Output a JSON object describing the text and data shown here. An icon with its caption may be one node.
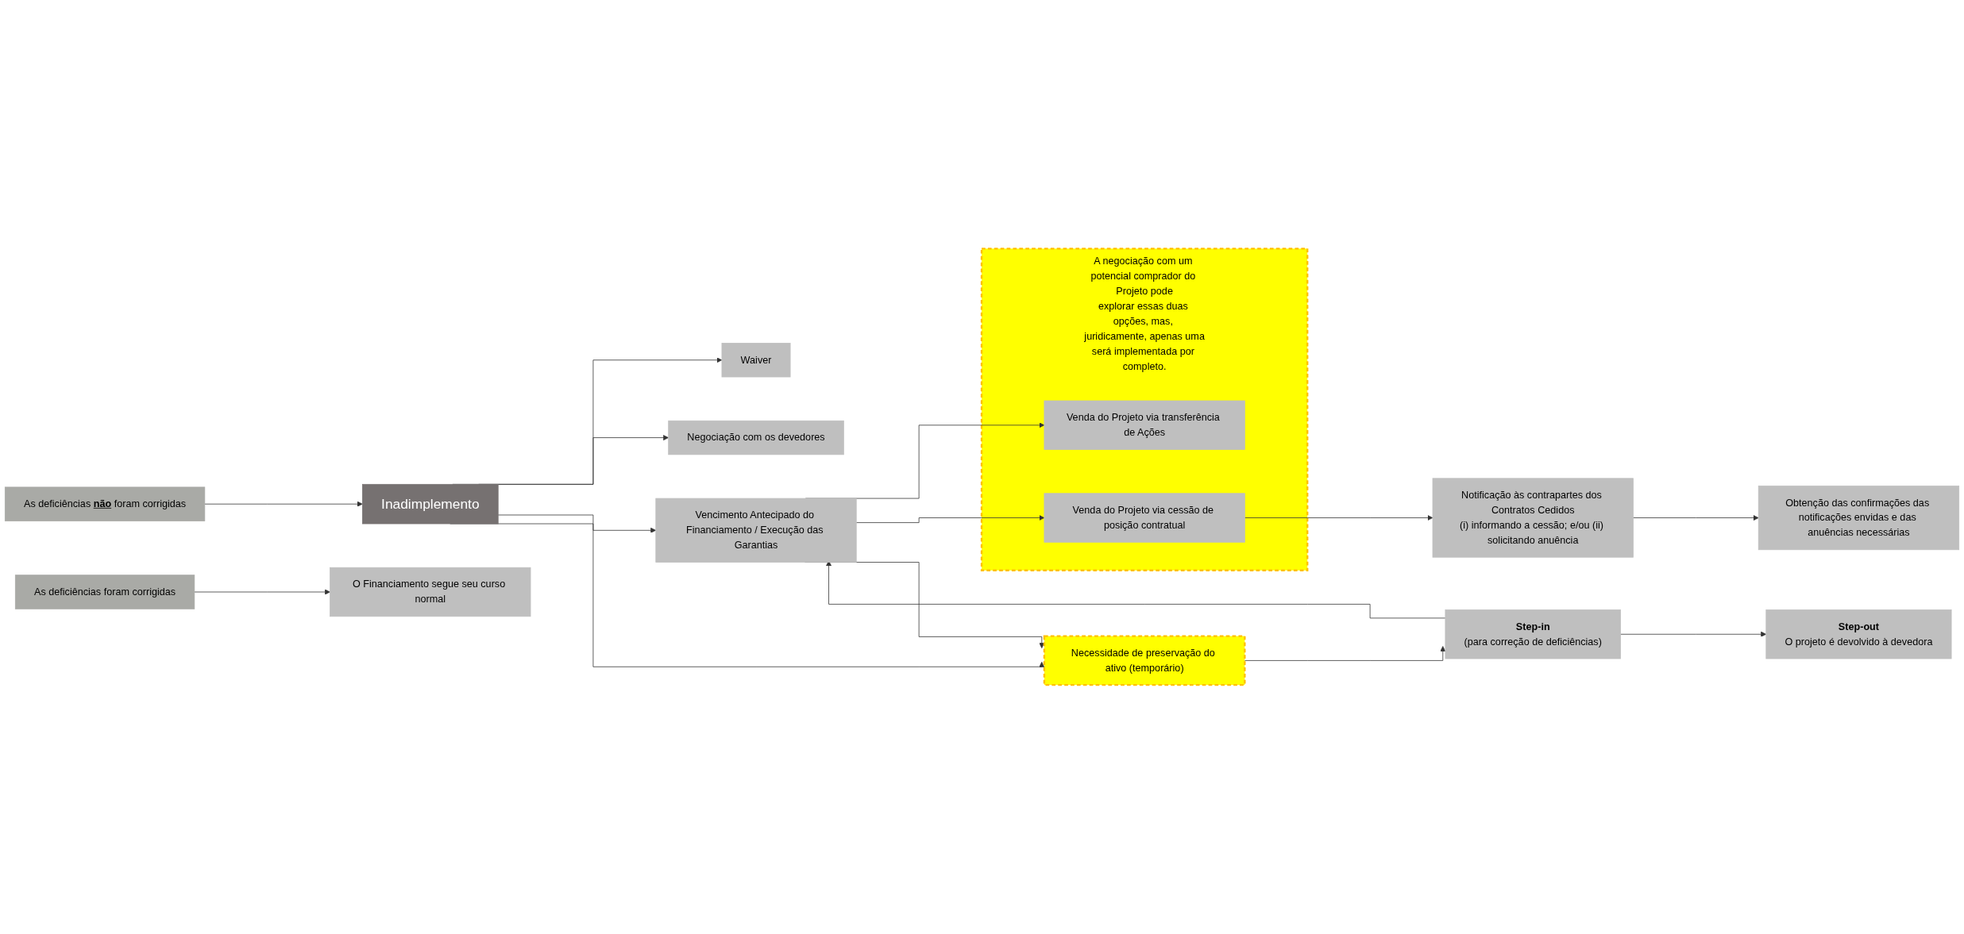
{
  "diagram": {
    "nodes": [
      {
        "text": [
          "Inadimplemento"
        ]
      },
      {
        "text": [
          "Waiver"
        ]
      },
      {
        "text": [
          "Negociação com os devedores"
        ]
      },
      {
        "text": [
          "Vencimento Antecipado do Financiamento / Execução das Garantias"
        ]
      },
      {
        "text": [
          "Necessidade de preservação do ativo (temporário)"
        ]
      },
      {
        "text": [
          "Step-in",
          "(para correção de deficiências)"
        ]
      },
      {
        "text": [
          "A negociação com um potencial comprador do Projeto pode explorar essas duas opções, mas, juridicamente, apenas uma será implementada por completo."
        ]
      },
      {
        "text": [
          "Venda do Projeto via transferência de Ações"
        ],
        "in": 6
      },
      {
        "text": [
          "Venda do Projeto via cessão de posição contratual"
        ],
        "in": 6
      },
      {
        "text": [
          "Notificação às contrapartes dos Contratos Cedidos",
          "(i) informando a cessão; e/ou (ii) solicitando anuência"
        ]
      },
      {
        "text": [
          "Obtenção das confirmações das notificações envidas e das anuências necessárias"
        ]
      },
      {
        "text": [
          "Step-out",
          "O projeto é devolvido à devedora"
        ]
      },
      {
        "text": [
          "As deficiências foram corrigidas"
        ]
      },
      {
        "text": [
          "As deficiências **não** foram corrigidas"
        ]
      },
      {
        "text": [
          "O Financiamento segue seu curso normal"
        ]
      }
    ],
    "edges": [
      {
        "from": 0,
        "to": 1,
        "arrow": "to"
      },
      {
        "from": 0,
        "to": 2,
        "arrow": "to"
      },
      {
        "from": 0,
        "to": 3,
        "arrow": "to"
      },
      {
        "from": 0,
        "to": 4,
        "arrow": "to"
      },
      {
        "from": 3,
        "to": 7,
        "arrow": "to"
      },
      {
        "from": 3,
        "to": 8,
        "arrow": "to"
      },
      {
        "from": 3,
        "to": 4,
        "arrow": "to"
      },
      {
        "from": 4,
        "to": 5,
        "arrow": "to"
      },
      {
        "from": 5,
        "to": 3,
        "arrow": "to"
      },
      {
        "from": 5,
        "to": 11,
        "arrow": "to"
      },
      {
        "from": 8,
        "to": 9,
        "arrow": "to"
      },
      {
        "from": 9,
        "to": 10,
        "arrow": "to"
      },
      {
        "from": 12,
        "to": 14,
        "arrow": "to"
      },
      {
        "from": 13,
        "to": 0,
        "arrow": "to"
      }
    ]
  }
}
